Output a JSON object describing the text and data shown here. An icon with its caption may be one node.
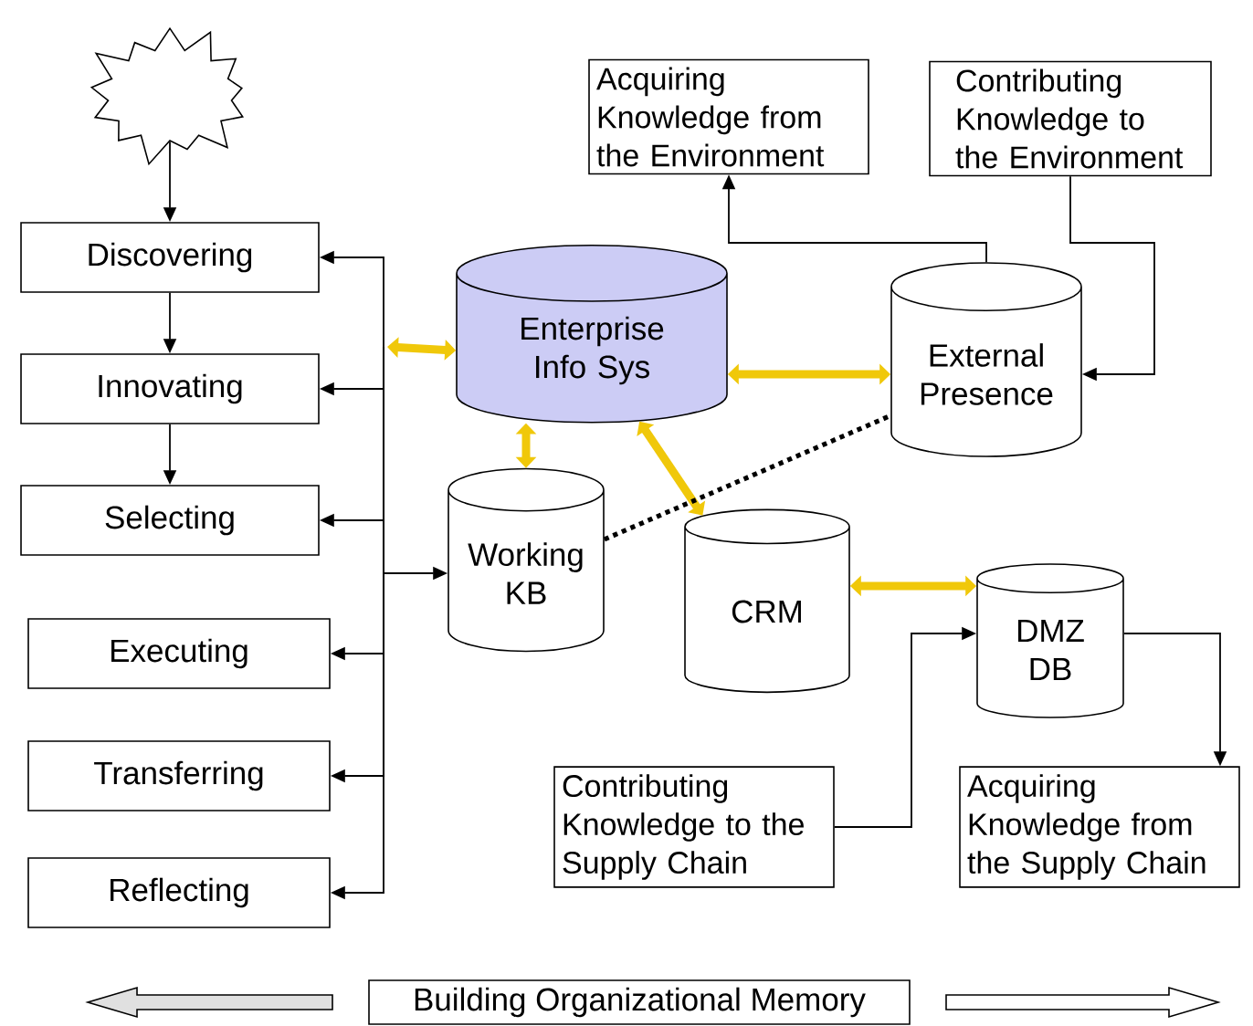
{
  "diagram": {
    "nodes": [
      {
        "text": [],
        "shape": "star"
      },
      {
        "text": [
          "Discovering"
        ]
      },
      {
        "text": [
          "Innovating"
        ]
      },
      {
        "text": [
          "Selecting"
        ]
      },
      {
        "text": [
          "Executing"
        ]
      },
      {
        "text": [
          "Transferring"
        ]
      },
      {
        "text": [
          "Reflecting"
        ]
      },
      {
        "text": [
          "Enterprise Info Sys"
        ]
      },
      {
        "text": [
          "Working KB"
        ]
      },
      {
        "text": [
          "CRM"
        ]
      },
      {
        "text": [
          "External Presence"
        ]
      },
      {
        "text": [
          "DMZ DB"
        ]
      },
      {
        "text": [
          "Acquiring Knowledge from the Environment"
        ]
      },
      {
        "text": [
          "Contributing Knowledge to the Environment"
        ]
      },
      {
        "text": [
          "Contributing Knowledge to the Supply Chain"
        ]
      },
      {
        "text": [
          "Acquiring Knowledge from the Supply Chain"
        ]
      },
      {
        "text": [
          "Building Organizational Memory"
        ]
      }
    ],
    "edges": [
      {
        "from": 0,
        "to": 1,
        "arrow": "to"
      },
      {
        "from": 1,
        "to": 2,
        "arrow": "to"
      },
      {
        "from": 2,
        "to": 3,
        "arrow": "to"
      },
      {
        "from": 7,
        "to": null,
        "arrow": "both",
        "style": "thick",
        "color": "#f0c80a"
      },
      {
        "from": null,
        "to": 1,
        "arrow": "to"
      },
      {
        "from": null,
        "to": 2,
        "arrow": "to"
      },
      {
        "from": null,
        "to": 3,
        "arrow": "to"
      },
      {
        "from": null,
        "to": 4,
        "arrow": "to"
      },
      {
        "from": null,
        "to": 5,
        "arrow": "to"
      },
      {
        "from": null,
        "to": 6,
        "arrow": "to"
      },
      {
        "from": null,
        "to": 8,
        "arrow": "to"
      },
      {
        "from": 7,
        "to": 8,
        "arrow": "both",
        "style": "thick",
        "color": "#f0c80a"
      },
      {
        "from": 7,
        "to": 10,
        "arrow": "both",
        "style": "thick",
        "color": "#f0c80a"
      },
      {
        "from": 7,
        "to": 9,
        "arrow": "both",
        "style": "thick",
        "color": "#f0c80a"
      },
      {
        "from": 9,
        "to": 11,
        "arrow": "both",
        "style": "thick",
        "color": "#f0c80a"
      },
      {
        "from": 8,
        "to": 10,
        "arrow": "none",
        "style": "dashed"
      },
      {
        "from": 10,
        "to": 12,
        "arrow": "to"
      },
      {
        "from": 13,
        "to": 10,
        "arrow": "to"
      },
      {
        "from": 14,
        "to": 11,
        "arrow": "to"
      },
      {
        "from": 11,
        "to": 15,
        "arrow": "to"
      }
    ]
  }
}
